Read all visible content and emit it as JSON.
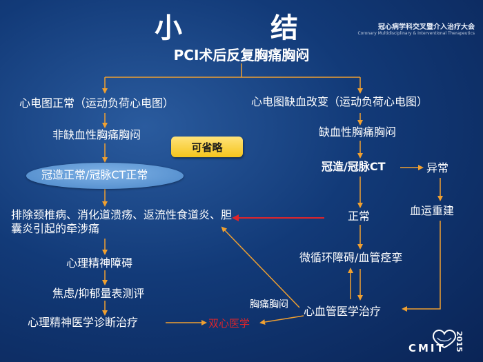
{
  "title": "小　结",
  "subtitle": "PCI术后反复胸痛胸闷",
  "conference": {
    "name_zh": "冠心病学科交叉暨介入治疗大会",
    "name_en": "Coronary Multidisciplinary & Interventional Therapeutics"
  },
  "logo": {
    "text": "CMIT",
    "year": "2015"
  },
  "nodes": {
    "ecg_normal": "心电图正常（运动负荷心电图）",
    "non_ischemic": "非缺血性胸痛胸闷",
    "can_omit": "可省略",
    "angio_normal": "冠造正常/冠脉CT正常",
    "exclude_causes": "排除颈椎病、消化道溃疡、返流性食道炎、胆囊炎引起的牵涉痛",
    "psych_disorder": "心理精神障碍",
    "anxiety_scale": "焦虑/抑郁量表测评",
    "psych_treatment": "心理精神医学诊断治疗",
    "dual_heart": "双心医学",
    "ecg_ischemic": "心电图缺血改变（运动负荷心电图）",
    "ischemic": "缺血性胸痛胸闷",
    "angio_ct": "冠造/冠脉CT",
    "abnormal": "异常",
    "normal": "正常",
    "revasc": "血运重建",
    "microcirc": "微循环障碍/血管痉挛",
    "cardio_treatment": "心血管医学治疗",
    "chest_pain_label": "胸痛胸闷"
  },
  "colors": {
    "background": "#123a78",
    "arrow": "#f0a030",
    "red_arrow": "#e0242a",
    "dual_heart_text": "#e0242a",
    "omit_box": "#f5c51c",
    "ellipse": "#5a93d0"
  }
}
